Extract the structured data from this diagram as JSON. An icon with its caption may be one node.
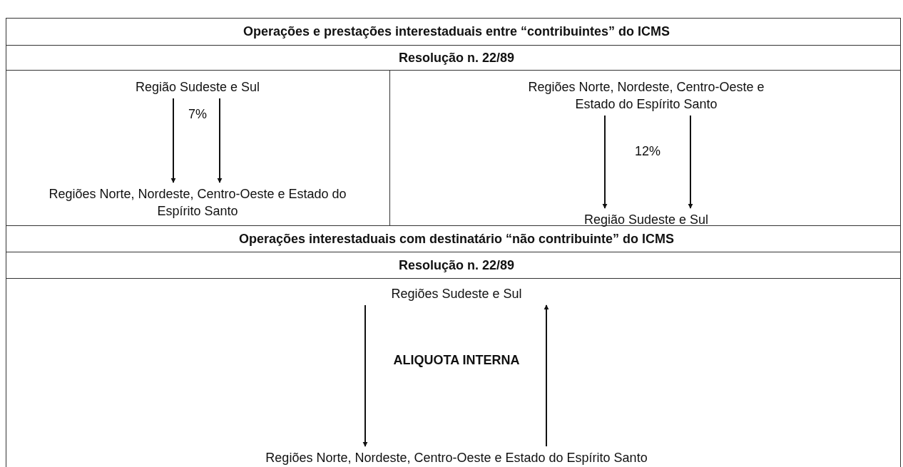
{
  "diagram": {
    "nodes": [
      {
        "text": [
          "Região Sudeste e Sul"
        ]
      },
      {
        "text": [
          "Regiões Norte, Nordeste, Centro-Oeste e Estado do Espírito Santo"
        ]
      },
      {
        "text": [
          "Regiões Norte, Nordeste, Centro-Oeste e Estado do Espírito Santo"
        ]
      },
      {
        "text": [
          "Região Sudeste e Sul"
        ]
      },
      {
        "text": [
          "Regiões Sudeste e Sul"
        ]
      },
      {
        "text": [
          "Regiões Norte, Nordeste, Centro-Oeste e Estado do Espírito Santo"
        ]
      }
    ],
    "edges": [
      {
        "from": 0,
        "to": 1,
        "arrow": "to"
      },
      {
        "from": 0,
        "to": 1,
        "arrow": "to"
      },
      {
        "from": 2,
        "to": 3,
        "arrow": "to"
      },
      {
        "from": 2,
        "to": 3,
        "arrow": "to"
      },
      {
        "from": 4,
        "to": 5,
        "arrow": "to"
      },
      {
        "from": 5,
        "to": 4,
        "arrow": "to"
      }
    ],
    "labels": [
      "Operações e prestações interestaduais entre “contribuintes” do ICMS",
      "Resolução n. 22/89",
      "7%",
      "12%",
      "Operações interestaduais com destinatário “não contribuinte” do ICMS",
      "Resolução n. 22/89",
      "ALIQUOTA INTERNA"
    ]
  }
}
